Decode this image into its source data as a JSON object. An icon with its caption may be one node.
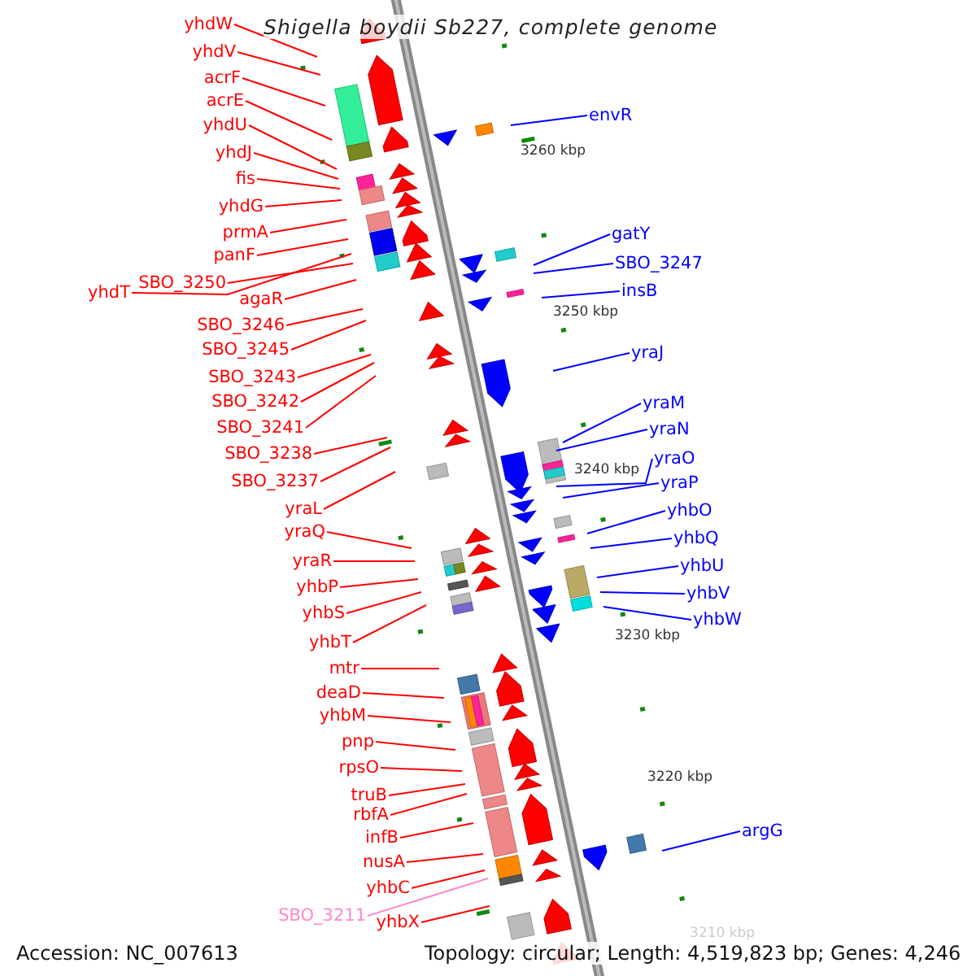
{
  "diagram": {
    "title": "Shigella boydii Sb227, complete genome",
    "nodes": [
      {
        "text": [
          "yhdW"
        ]
      },
      {
        "text": [
          "yhdV"
        ]
      },
      {
        "text": [
          "acrF"
        ]
      },
      {
        "text": [
          "acrE"
        ]
      },
      {
        "text": [
          "yhdU"
        ]
      },
      {
        "text": [
          "yhdJ"
        ]
      },
      {
        "text": [
          "fis"
        ]
      },
      {
        "text": [
          "yhdG"
        ]
      },
      {
        "text": [
          "prmA"
        ]
      },
      {
        "text": [
          "panF"
        ]
      },
      {
        "text": [
          "yhdT"
        ]
      },
      {
        "text": [
          "SBO_3250"
        ]
      },
      {
        "text": [
          "agaR"
        ]
      },
      {
        "text": [
          "SBO_3246"
        ]
      },
      {
        "text": [
          "SBO_3245"
        ]
      },
      {
        "text": [
          "SBO_3243"
        ]
      },
      {
        "text": [
          "SBO_3242"
        ]
      },
      {
        "text": [
          "SBO_3241"
        ]
      },
      {
        "text": [
          "SBO_3238"
        ]
      },
      {
        "text": [
          "SBO_3237"
        ]
      },
      {
        "text": [
          "yraL"
        ]
      },
      {
        "text": [
          "yraQ"
        ]
      },
      {
        "text": [
          "yraR"
        ]
      },
      {
        "text": [
          "yhbP"
        ]
      },
      {
        "text": [
          "yhbS"
        ]
      },
      {
        "text": [
          "yhbT"
        ]
      },
      {
        "text": [
          "mtr"
        ]
      },
      {
        "text": [
          "deaD"
        ]
      },
      {
        "text": [
          "yhbM"
        ]
      },
      {
        "text": [
          "pnp"
        ]
      },
      {
        "text": [
          "rpsO"
        ]
      },
      {
        "text": [
          "truB"
        ]
      },
      {
        "text": [
          "rbfA"
        ]
      },
      {
        "text": [
          "infB"
        ]
      },
      {
        "text": [
          "nusA"
        ]
      },
      {
        "text": [
          "yhbC"
        ]
      },
      {
        "text": [
          "SBO_3211"
        ]
      },
      {
        "text": [
          "yhbX"
        ]
      },
      {
        "text": [
          "envR"
        ]
      },
      {
        "text": [
          "gatY"
        ]
      },
      {
        "text": [
          "SBO_3247"
        ]
      },
      {
        "text": [
          "insB"
        ]
      },
      {
        "text": [
          "yraJ"
        ]
      },
      {
        "text": [
          "yraM"
        ]
      },
      {
        "text": [
          "yraN"
        ]
      },
      {
        "text": [
          "yraO"
        ]
      },
      {
        "text": [
          "yraP"
        ]
      },
      {
        "text": [
          "yhbO"
        ]
      },
      {
        "text": [
          "yhbQ"
        ]
      },
      {
        "text": [
          "yhbU"
        ]
      },
      {
        "text": [
          "yhbV"
        ]
      },
      {
        "text": [
          "yhbW"
        ]
      },
      {
        "text": [
          "argG"
        ]
      }
    ],
    "edges": [
      {
        "from": 0,
        "to": null,
        "arrow": "none"
      },
      {
        "from": 1,
        "to": null,
        "arrow": "none"
      },
      {
        "from": 2,
        "to": null,
        "arrow": "none"
      },
      {
        "from": 3,
        "to": null,
        "arrow": "none"
      },
      {
        "from": 4,
        "to": null,
        "arrow": "none"
      },
      {
        "from": 5,
        "to": null,
        "arrow": "none"
      },
      {
        "from": 6,
        "to": null,
        "arrow": "none"
      },
      {
        "from": 7,
        "to": null,
        "arrow": "none"
      },
      {
        "from": 8,
        "to": null,
        "arrow": "none"
      },
      {
        "from": 9,
        "to": null,
        "arrow": "none"
      },
      {
        "from": 10,
        "to": null,
        "arrow": "none"
      },
      {
        "from": 11,
        "to": null,
        "arrow": "none"
      },
      {
        "from": 12,
        "to": null,
        "arrow": "none"
      },
      {
        "from": 13,
        "to": null,
        "arrow": "none"
      },
      {
        "from": 14,
        "to": null,
        "arrow": "none"
      },
      {
        "from": 15,
        "to": null,
        "arrow": "none"
      },
      {
        "from": 16,
        "to": null,
        "arrow": "none"
      },
      {
        "from": 17,
        "to": null,
        "arrow": "none"
      },
      {
        "from": 18,
        "to": null,
        "arrow": "none"
      },
      {
        "from": 19,
        "to": null,
        "arrow": "none"
      },
      {
        "from": 20,
        "to": null,
        "arrow": "none"
      },
      {
        "from": 21,
        "to": null,
        "arrow": "none"
      },
      {
        "from": 22,
        "to": null,
        "arrow": "none"
      },
      {
        "from": 23,
        "to": null,
        "arrow": "none"
      },
      {
        "from": 24,
        "to": null,
        "arrow": "none"
      },
      {
        "from": 25,
        "to": null,
        "arrow": "none"
      },
      {
        "from": 26,
        "to": null,
        "arrow": "none"
      },
      {
        "from": 27,
        "to": null,
        "arrow": "none"
      },
      {
        "from": 28,
        "to": null,
        "arrow": "none"
      },
      {
        "from": 29,
        "to": null,
        "arrow": "none"
      },
      {
        "from": 30,
        "to": null,
        "arrow": "none"
      },
      {
        "from": 31,
        "to": null,
        "arrow": "none"
      },
      {
        "from": 32,
        "to": null,
        "arrow": "none"
      },
      {
        "from": 33,
        "to": null,
        "arrow": "none"
      },
      {
        "from": 34,
        "to": null,
        "arrow": "none"
      },
      {
        "from": 35,
        "to": null,
        "arrow": "none"
      },
      {
        "from": 36,
        "to": null,
        "arrow": "none",
        "color": "#ff88cc"
      },
      {
        "from": 37,
        "to": null,
        "arrow": "none"
      },
      {
        "from": 38,
        "to": null,
        "arrow": "none",
        "color": "#0000ff"
      },
      {
        "from": 39,
        "to": null,
        "arrow": "none",
        "color": "#0000ff"
      },
      {
        "from": 40,
        "to": null,
        "arrow": "none",
        "color": "#0000ff"
      },
      {
        "from": 41,
        "to": null,
        "arrow": "none",
        "color": "#0000ff"
      },
      {
        "from": 42,
        "to": null,
        "arrow": "none",
        "color": "#0000ff"
      },
      {
        "from": 43,
        "to": null,
        "arrow": "none",
        "color": "#0000ff"
      },
      {
        "from": 44,
        "to": null,
        "arrow": "none",
        "color": "#0000ff"
      },
      {
        "from": 45,
        "to": null,
        "arrow": "none",
        "color": "#0000ff"
      },
      {
        "from": 46,
        "to": null,
        "arrow": "none",
        "color": "#0000ff"
      },
      {
        "from": 47,
        "to": null,
        "arrow": "none",
        "color": "#0000ff"
      },
      {
        "from": 48,
        "to": null,
        "arrow": "none",
        "color": "#0000ff"
      },
      {
        "from": 49,
        "to": null,
        "arrow": "none",
        "color": "#0000ff"
      },
      {
        "from": 50,
        "to": null,
        "arrow": "none",
        "color": "#0000ff"
      },
      {
        "from": 51,
        "to": null,
        "arrow": "none",
        "color": "#0000ff"
      },
      {
        "from": 52,
        "to": null,
        "arrow": "none",
        "color": "#0000ff"
      }
    ],
    "labels": [
      "3260 kbp",
      "3250 kbp",
      "3240 kbp",
      "3230 kbp",
      "3220 kbp",
      "3210 kbp",
      "Accession: NC_007613",
      "Topology: circular; Length: 4,519,823 bp; Genes: 4,246"
    ]
  }
}
